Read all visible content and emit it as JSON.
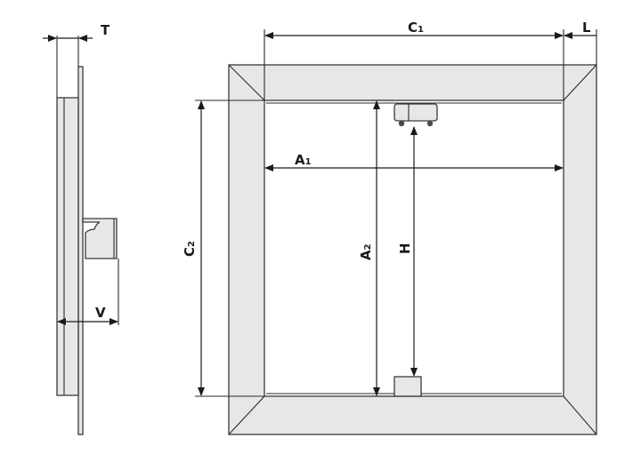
{
  "dimensions": {
    "T": {
      "main": "T"
    },
    "V": {
      "main": "V"
    },
    "C1": {
      "main": "C",
      "sub": "1"
    },
    "L": {
      "main": "L"
    },
    "C2": {
      "main": "C",
      "sub": "2"
    },
    "A1": {
      "main": "A",
      "sub": "1"
    },
    "A2": {
      "main": "A",
      "sub": "2"
    },
    "H": {
      "main": "H"
    }
  },
  "colors": {
    "frame_fill": "#e6e7e7",
    "line": "#2a2a2a",
    "background": "#ffffff"
  }
}
